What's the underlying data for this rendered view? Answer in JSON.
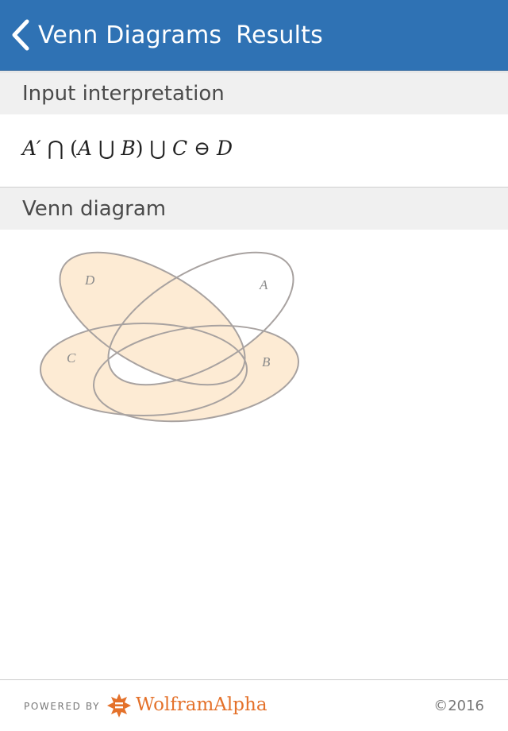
{
  "nav": {
    "back_label": "Venn Diagrams",
    "title": "Results"
  },
  "pods": [
    {
      "title": "Input interpretation"
    },
    {
      "title": "Venn diagram"
    }
  ],
  "expression": {
    "A_prime": "A′",
    "cap": "⋂",
    "open_paren": "(",
    "A": "A",
    "cup1": "⋃",
    "B": "B",
    "close_paren": ")",
    "cup2": "⋃",
    "C": "C",
    "ominus": "⊖",
    "D": "D"
  },
  "venn": {
    "sets": [
      {
        "label": "D",
        "shaded": true
      },
      {
        "label": "A",
        "shaded": false
      },
      {
        "label": "C",
        "shaded": true
      },
      {
        "label": "B",
        "shaded": true
      }
    ],
    "shade_color": "#fdebd4",
    "stroke_color": "#a8a2a0"
  },
  "footer": {
    "powered_by": "POWERED BY",
    "brand": "WolframAlpha",
    "copyright": "©2016"
  },
  "colors": {
    "nav_bg": "#2f72b4",
    "brand_orange": "#e4712a"
  }
}
